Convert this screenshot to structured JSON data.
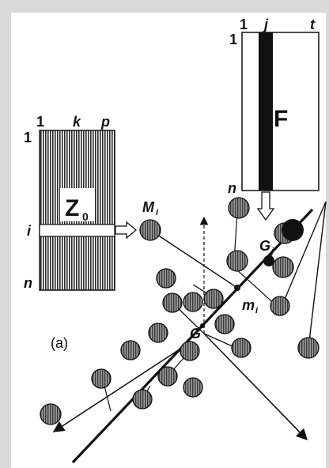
{
  "figure_label": "(a)",
  "matrix_z0": {
    "name": "Z",
    "subscript": "0",
    "col_first": "1",
    "col_mid": "k",
    "col_last": "p",
    "row_first": "1",
    "row_mid": "i",
    "row_last": "n"
  },
  "matrix_f": {
    "name": "F",
    "col_first": "1",
    "col_mid": "j",
    "col_last": "t",
    "row_first": "1",
    "row_last": "n"
  },
  "points": {
    "M_label": "M",
    "M_sub": "i",
    "m_label": "m",
    "m_sub": "i",
    "G_label": "G",
    "Gj_label": "G",
    "Gj_sub": "j"
  },
  "colors": {
    "ink": "#111111",
    "hatch": "#2a2a2a",
    "point_fill": "#6a6a6a",
    "background": "#ffffff"
  }
}
